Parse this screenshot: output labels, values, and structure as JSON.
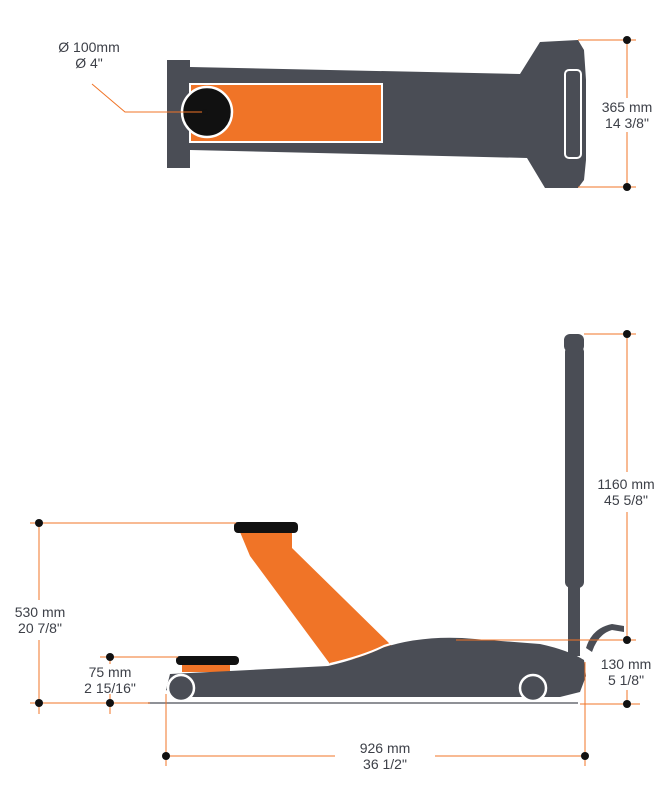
{
  "colors": {
    "body": "#4a4d55",
    "accent": "#f07427",
    "guide": "#f07427",
    "dot": "#111111",
    "text": "#3d4048"
  },
  "top_view": {
    "saddle_diameter_metric": "Ø 100mm",
    "saddle_diameter_imperial": "Ø 4\"",
    "width_metric": "365 mm",
    "width_imperial": "14 3/8\""
  },
  "side_view": {
    "handle_height_metric": "1160 mm",
    "handle_height_imperial": "45 5/8\"",
    "max_height_metric": "530 mm",
    "max_height_imperial": "20 7/8\"",
    "min_height_metric": "75 mm",
    "min_height_imperial": "2 15/16\"",
    "frame_height_metric": "130 mm",
    "frame_height_imperial": "5 1/8\"",
    "length_metric": "926 mm",
    "length_imperial": "36 1/2\""
  }
}
